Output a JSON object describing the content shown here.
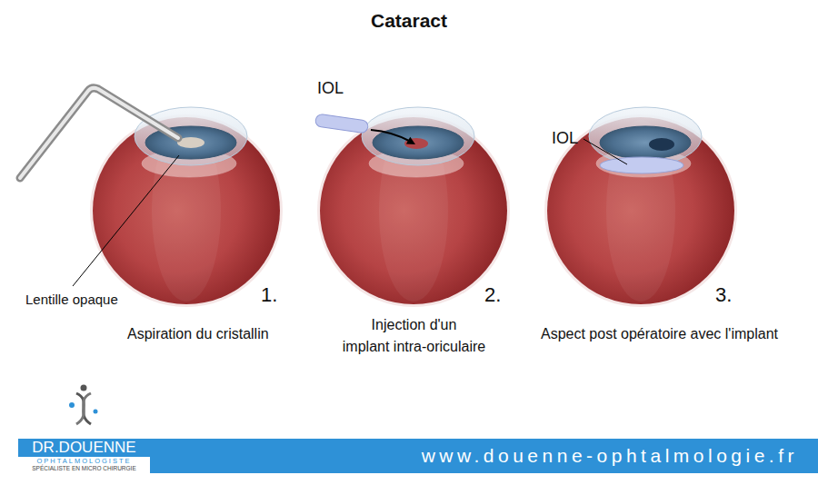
{
  "diagram": {
    "title": "Cataract",
    "nodes": [
      {
        "text": [
          "DR.DOUENNE",
          "OPHTALMOLOGISTE",
          "SPÉCIALISTE EN MICRO CHIRURGIE"
        ]
      },
      {
        "text": [
          "www.douenne-ophtalmologie.fr"
        ]
      }
    ],
    "labels": [
      "Lentille opaque",
      "1.",
      "Aspiration du cristallin",
      "IOL",
      "2.",
      "Injection d'un implant intra-oriculaire",
      "IOL",
      "3.",
      "Aspect post opératoire avec l'implant"
    ]
  }
}
